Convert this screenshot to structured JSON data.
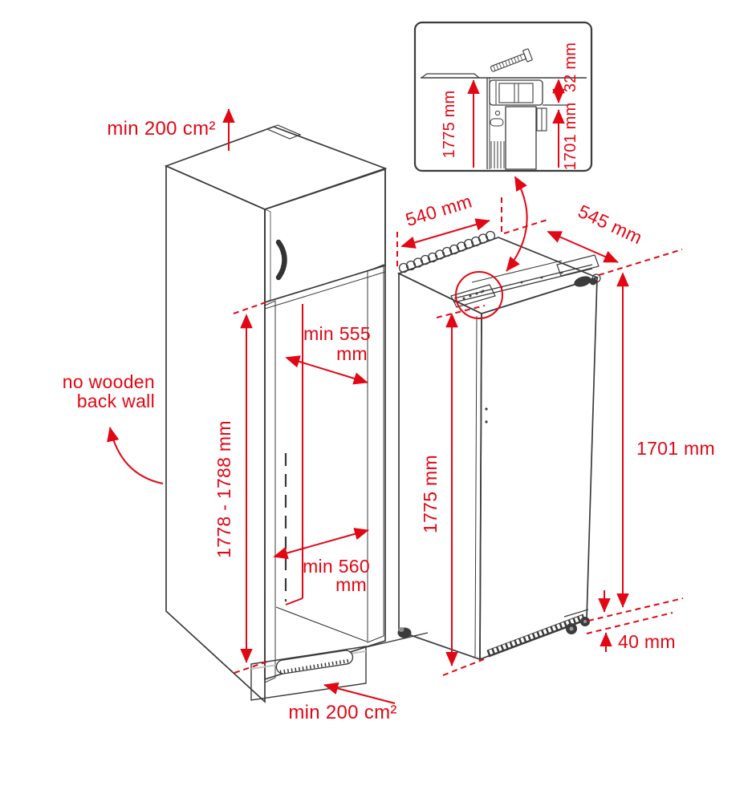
{
  "colors": {
    "dimension_red": "#e30613",
    "line_art": "#3b3b3b",
    "door_gray": "#b5b5b5",
    "panel_gray": "#9c9c9c",
    "plinth_gray": "#8f8f8f",
    "background": "#ffffff"
  },
  "cabinet": {
    "top_clearance": "min 200 cm²",
    "bottom_clearance": "min 200 cm²",
    "back_wall_note_1": "no wooden",
    "back_wall_note_2": "back wall",
    "niche_height": "1778 - 1788 mm",
    "niche_depth_1": "min 555",
    "niche_depth_2": "mm",
    "niche_width_1": "min 560",
    "niche_width_2": "mm"
  },
  "appliance": {
    "top_depth": "540 mm",
    "top_width": "545 mm",
    "height": "1775 mm",
    "door_height": "1701 mm",
    "bottom_clearance": "40 mm"
  },
  "inset": {
    "appliance_height": "1775 mm",
    "door_height": "1701 mm",
    "top_gap": "32 mm"
  }
}
